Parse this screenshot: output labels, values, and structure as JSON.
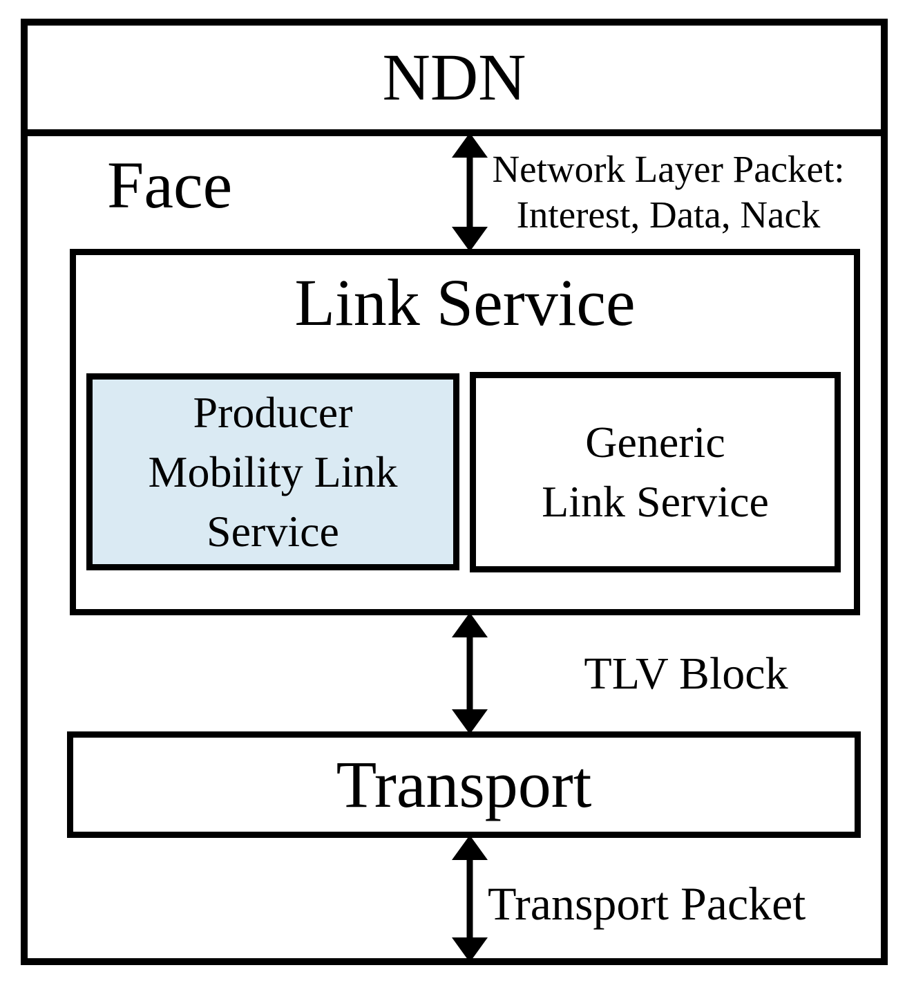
{
  "colors": {
    "border": "#000000",
    "background": "#ffffff",
    "highlight": "#daeaf3"
  },
  "ndn": {
    "label": "NDN"
  },
  "face": {
    "label": "Face"
  },
  "network_packet": {
    "line1": "Network Layer Packet:",
    "line2": "Interest, Data, Nack"
  },
  "link_service": {
    "title": "Link Service",
    "producer": {
      "line1": "Producer",
      "line2": "Mobility Link",
      "line3": "Service"
    },
    "generic": {
      "line1": "Generic",
      "line2": "Link Service"
    }
  },
  "tlv": {
    "label": "TLV Block"
  },
  "transport": {
    "label": "Transport"
  },
  "transport_packet": {
    "label": "Transport Packet"
  }
}
